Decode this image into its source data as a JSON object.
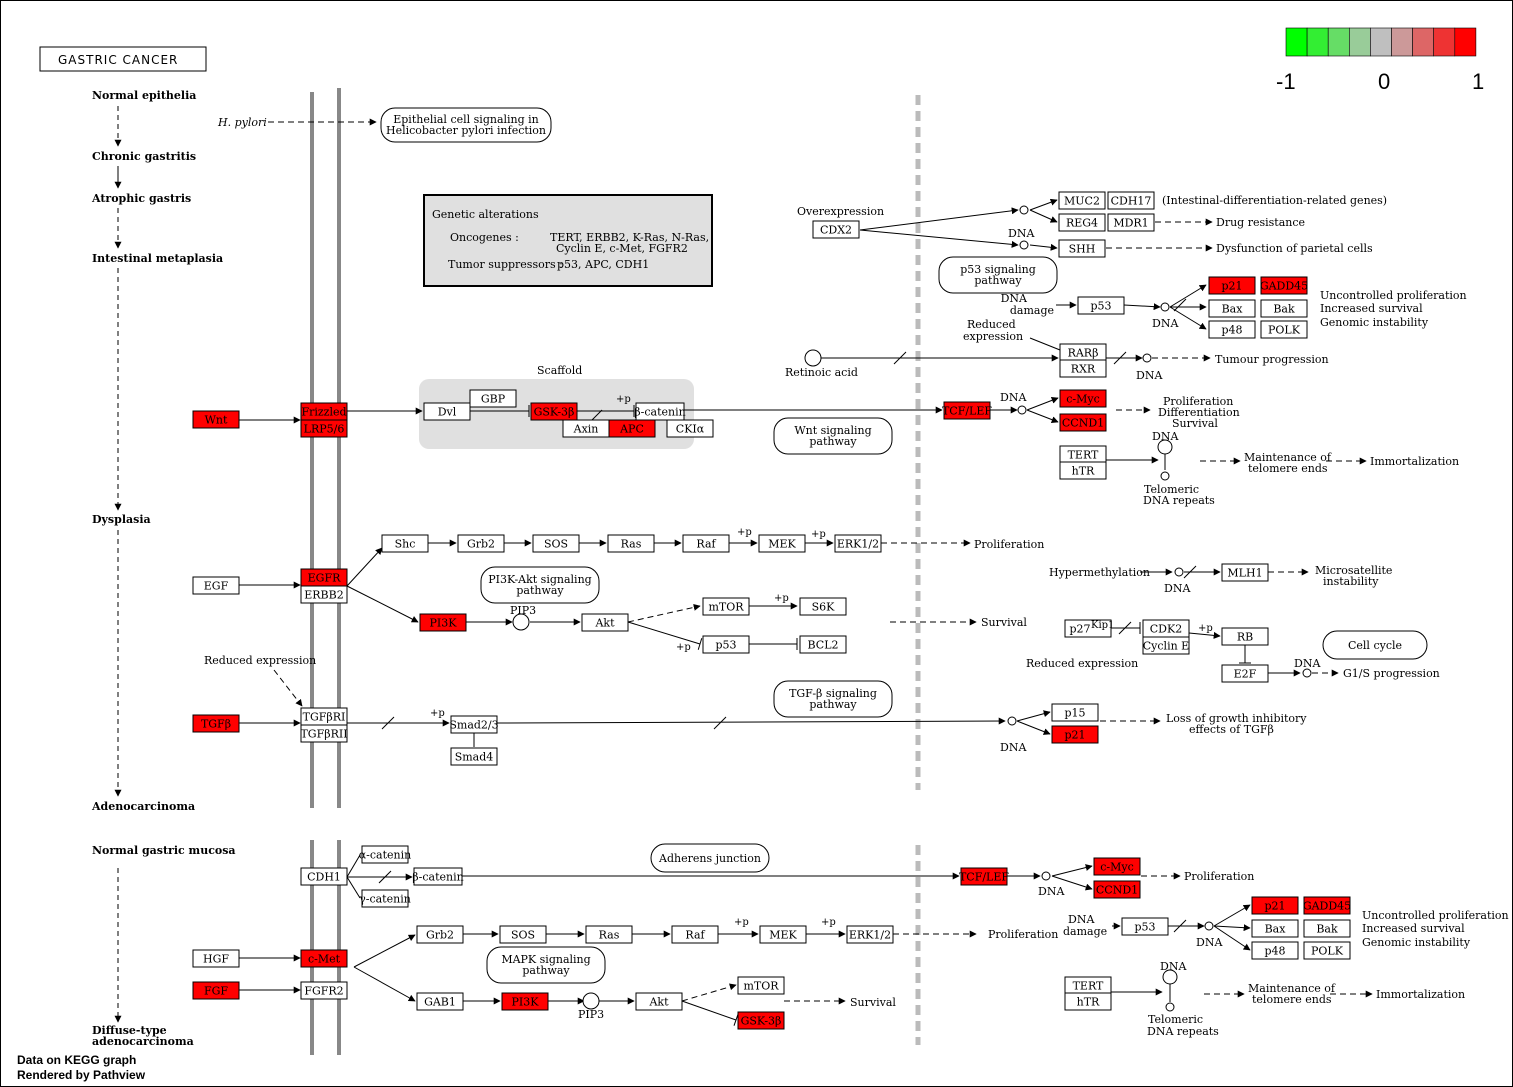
{
  "title": "GASTRIC CANCER",
  "legend": {
    "colors": [
      "#00ff00",
      "#33ee33",
      "#66dd66",
      "#99cc99",
      "#bfbfbf",
      "#cc9999",
      "#dd6666",
      "#ee3333",
      "#ff0000"
    ],
    "min_label": "-1",
    "mid_label": "0",
    "max_label": "1"
  },
  "colors": {
    "up": "#ff0000",
    "neutral": "#ffffff",
    "bar": "#888888",
    "dash_divider": "#bbbbbb",
    "scaffold": "#e0e0e0",
    "genetic_box": "#e0e0e0"
  },
  "stages_intestinal": [
    "Normal epithelia",
    "Chronic gastritis",
    "Atrophic gastris",
    "Intestinal metaplasia",
    "Dysplasia",
    "Adenocarcinoma"
  ],
  "stages_diffuse": [
    "Normal gastric mucosa",
    "Diffuse-type",
    "adenocarcinoma"
  ],
  "genetic_alterations": {
    "title": "Genetic alterations",
    "oncogenes_label": "Oncogenes :",
    "oncogenes_line1": "TERT, ERBB2, K-Ras, N-Ras,",
    "oncogenes_line2": "Cyclin E, c-Met, FGFR2",
    "suppressors_label": "Tumor suppressors :",
    "suppressors_value": "p53, APC, CDH1"
  },
  "pathways": {
    "hpylori": [
      "Epithelial cell signaling in",
      "Helicobacter pylori infection"
    ],
    "p53": [
      "p53 signaling",
      "pathway"
    ],
    "wnt": [
      "Wnt signaling",
      "pathway"
    ],
    "pi3k": [
      "PI3K-Akt signaling",
      "pathway"
    ],
    "cellcycle": [
      "Cell cycle"
    ],
    "tgfb": [
      "TGF-β signaling",
      "pathway"
    ],
    "adherens": [
      "Adherens junction"
    ],
    "mapk": [
      "MAPK signaling",
      "pathway"
    ]
  },
  "labels": {
    "hpylori": "H. pylori",
    "overexpression": "Overexpression",
    "dna": "DNA",
    "dna_damage_1": "DNA",
    "dna_damage_2": "damage",
    "reduced_expression_1": "Reduced",
    "reduced_expression_2": "expression",
    "retinoic_acid": "Retinoic acid",
    "scaffold": "Scaffold",
    "plus_p": "+p",
    "pip3": "PIP3",
    "hypermethylation": "Hypermethylation",
    "reduced_expression": "Reduced expression",
    "telomeric_1": "Telomeric",
    "telomeric_2": "DNA repeats",
    "kip1": "Kip1"
  },
  "outcomes": {
    "intestinal_diff": "(Intestinal-differentiation-related genes)",
    "drug_resistance": "Drug resistance",
    "dysfunction": "Dysfunction of parietal cells",
    "uncontrolled": "Uncontrolled proliferation",
    "survival_inc": "Increased survival",
    "genomic": "Genomic instability",
    "tumour": "Tumour progression",
    "proliferation": "Proliferation",
    "differentiation": "Differentiation",
    "survival": "Survival",
    "maintenance_1": "Maintenance of",
    "maintenance_2": "telomere ends",
    "immortalization": "Immortalization",
    "microsat_1": "Microsatellite",
    "microsat_2": "instability",
    "g1s": "G1/S progression",
    "loss_1": "Loss of growth inhibitory",
    "loss_2": "effects of TGFβ"
  },
  "genes": {
    "MUC2": "MUC2",
    "CDH17": "CDH17",
    "REG4": "REG4",
    "MDR1": "MDR1",
    "SHH": "SHH",
    "CDX2": "CDX2",
    "p21": "p21",
    "GADD45": "GADD45",
    "Bax": "Bax",
    "Bak": "Bak",
    "p48": "p48",
    "POLK": "POLK",
    "p53": "p53",
    "RARb": "RARβ",
    "RXR": "RXR",
    "TCFLEF": "TCF/LEF",
    "cMyc": "c-Myc",
    "CCND1": "CCND1",
    "TERT": "TERT",
    "hTR": "hTR",
    "Wnt": "Wnt",
    "Frizzled": "Frizzled",
    "LRP56": "LRP5/6",
    "Dvl": "Dvl",
    "GBP": "GBP",
    "GSK3b": "GSK-3β",
    "bcatenin": "β-catenin",
    "Axin": "Axin",
    "APC": "APC",
    "CKIa": "CKIα",
    "EGF": "EGF",
    "EGFR": "EGFR",
    "ERBB2": "ERBB2",
    "Shc": "Shc",
    "Grb2": "Grb2",
    "SOS": "SOS",
    "Ras": "Ras",
    "Raf": "Raf",
    "MEK": "MEK",
    "ERK12": "ERK1/2",
    "PI3K": "PI3K",
    "Akt": "Akt",
    "mTOR": "mTOR",
    "S6K": "S6K",
    "BCL2": "BCL2",
    "MLH1": "MLH1",
    "p27": "p27",
    "CDK2": "CDK2",
    "CyclinE": "Cyclin E",
    "RB": "RB",
    "E2F": "E2F",
    "TGFb": "TGFβ",
    "TGFbRI": "TGFβRI",
    "TGFbRII": "TGFβRII",
    "Smad23": "Smad2/3",
    "Smad4": "Smad4",
    "p15": "p15",
    "CDH1": "CDH1",
    "acatenin": "α-catenin",
    "gcatenin": "γ-catenin",
    "HGF": "HGF",
    "cMet": "c-Met",
    "FGF": "FGF",
    "FGFR2": "FGFR2",
    "GAB1": "GAB1"
  },
  "footer": {
    "line1": "Data on KEGG graph",
    "line2": "Rendered by Pathview"
  }
}
